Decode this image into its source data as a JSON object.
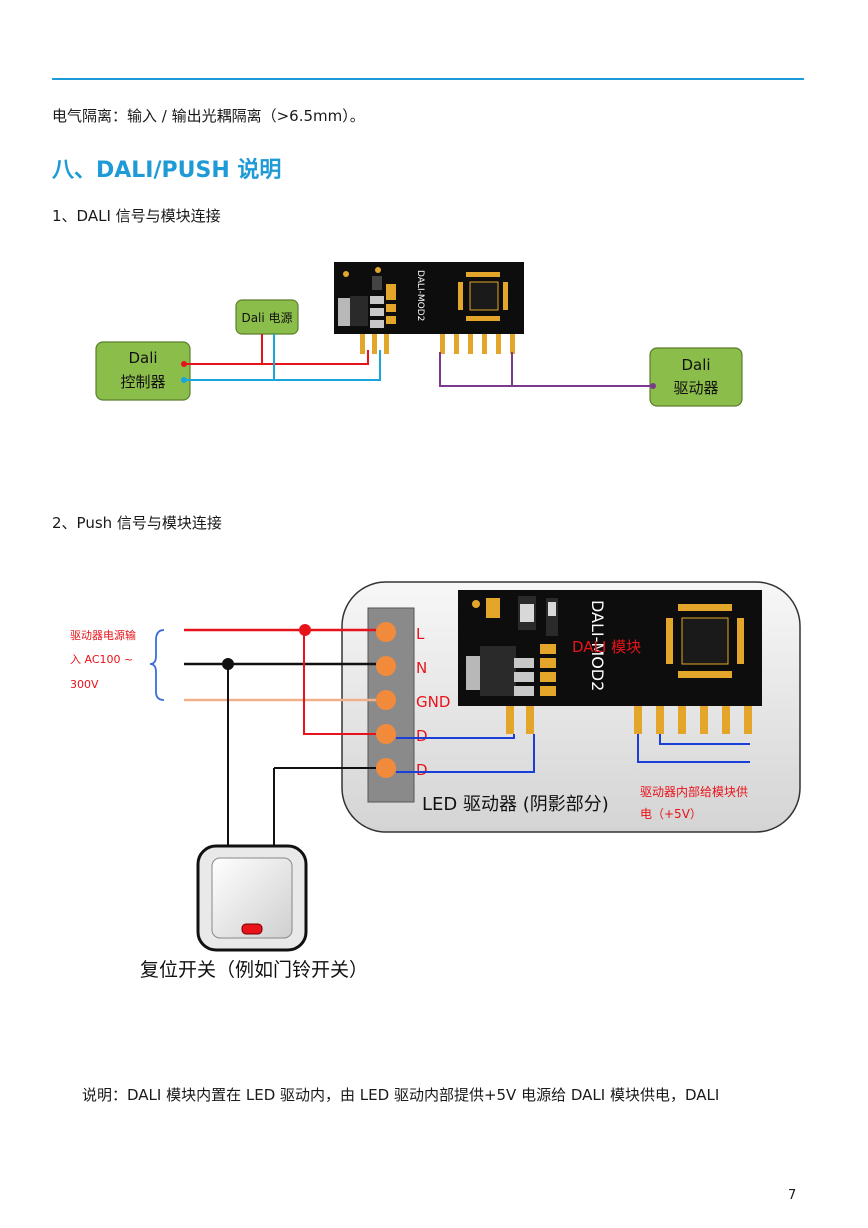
{
  "isolation_text": "电气隔离：输入 / 输出光耦隔离（>6.5mm）。",
  "section_title": "八、DALI/PUSH 说明",
  "sub1_title": "1、DALI 信号与模块连接",
  "sub2_title": "2、Push 信号与模块连接",
  "diagram1": {
    "power_label": "Dali 电源",
    "controller_line1": "Dali",
    "controller_line2": "控制器",
    "driver_line1": "Dali",
    "driver_line2": "驱动器",
    "board_label": "DALI-MOD2"
  },
  "diagram2": {
    "input_line1": "驱动器电源输",
    "input_line2": "入  AC100 ~",
    "input_line3": "300V",
    "pin_L": "L",
    "pin_N": "N",
    "pin_GND": "GND",
    "pin_D1": "D",
    "pin_D2": "D",
    "board_label": "DALI-MOD2",
    "module_label": "DALI 模块",
    "driver_label": "LED 驱动器 (阴影部分)",
    "supply_line1": "驱动器内部给模块供",
    "supply_line2": "电（+5V）",
    "switch_label": "复位开关（例如门铃开关）"
  },
  "note_text": "说明：DALI 模块内置在 LED 驱动内，由 LED 驱动内部提供+5V 电源给 DALI 模块供电，DALI",
  "page_number": "7",
  "colors": {
    "accent": "#1e9ad6",
    "box_green": "#8bbd4a",
    "wire_red": "#e8131a",
    "wire_blue": "#1aa6dc",
    "wire_purple": "#7a3b8f",
    "pcb": "#0d0d0d",
    "pad_gold": "#e3a52a",
    "terminal_orange": "#f28a3b"
  }
}
